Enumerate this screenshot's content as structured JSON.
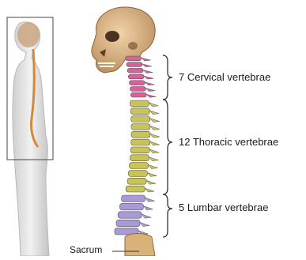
{
  "labels": {
    "cervical": "7 Cervical vertebrae",
    "thoracic": "12 Thoracic vertebrae",
    "lumbar": "5 Lumbar vertebrae",
    "sacrum": "Sacrum"
  },
  "colors": {
    "cervical": "#d9609a",
    "thoracic": "#c8c455",
    "lumbar": "#a99ad6",
    "sacrum": "#d9b27a",
    "skull": "#d9b48a",
    "bracket": "#333333"
  },
  "vertebra_counts": {
    "cervical": 7,
    "thoracic": 12,
    "lumbar": 5
  }
}
